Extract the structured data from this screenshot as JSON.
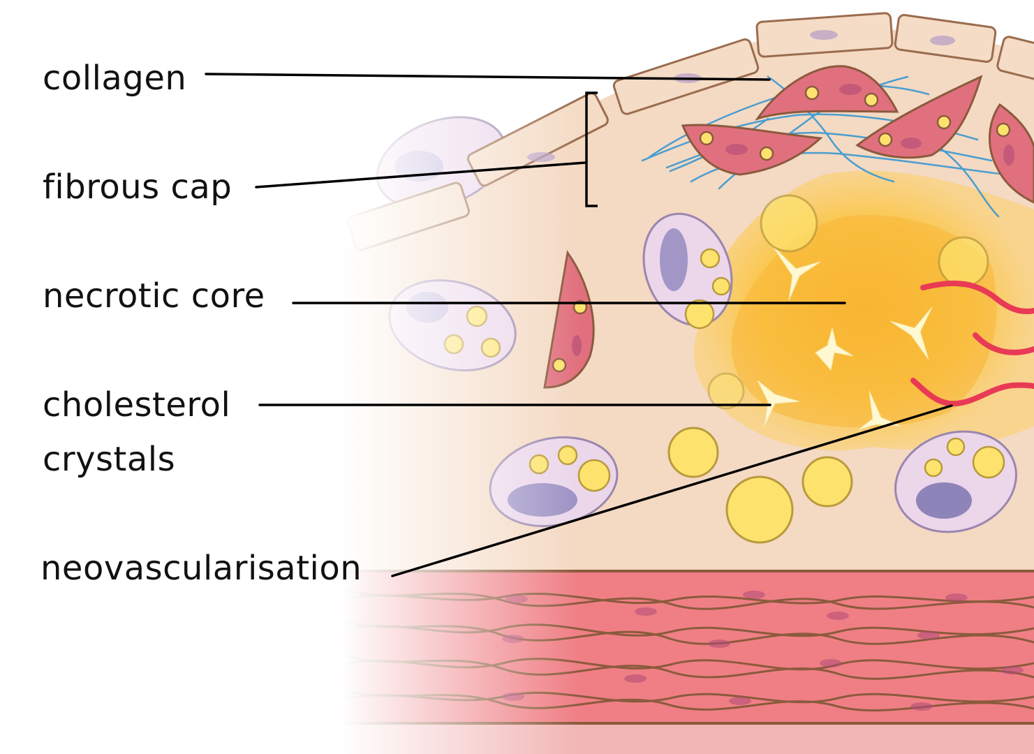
{
  "labels": {
    "collagen": "collagen",
    "fibrous_cap": "fibrous cap",
    "necrotic_core": "necrotic core",
    "cholesterol_line1": "cholesterol",
    "cholesterol_line2": "crystals",
    "neovascularisation": "neovascularisation"
  },
  "colors": {
    "background_plaque": "#f4d9c3",
    "media_muscle": "#ef7f85",
    "muscle_outline": "#8b5a3c",
    "endothelium": "#f4dcc6",
    "endothelium_outline": "#9a6c4e",
    "necrotic_core": "#fbc545",
    "lipid_droplet": "#fde36e",
    "vessel": "#e93a55",
    "collagen": "#4a9ed0",
    "smooth_muscle_cell": "#e1707e",
    "macrophage": "#ebd6ea",
    "nucleus": "#8e86bd",
    "leader_line": "#000000"
  }
}
